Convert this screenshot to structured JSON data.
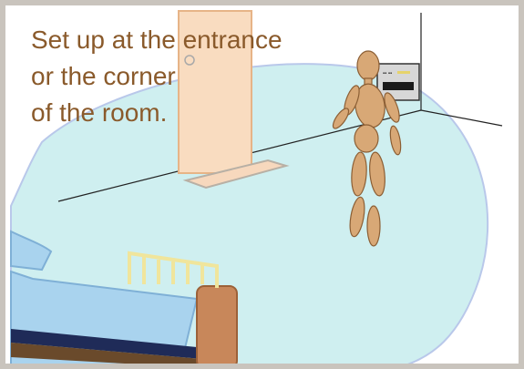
{
  "caption": {
    "line1": "Set up at the entrance",
    "line2": "or the corner",
    "line3": "of the room."
  },
  "colors": {
    "frame": "#c9c4bd",
    "floor_area": "#cfeff0",
    "door": "#f9dcc0",
    "mat": "#f7d8bd",
    "figure": "#d8a876",
    "bed_frame": "#c8875a",
    "mattress": "#a9d3ee",
    "rail": "#f0e59c",
    "caption": "#8a5a2b"
  },
  "icons": [
    "room-scene-illustration",
    "door",
    "floor-mat",
    "wall-sensor-device",
    "wooden-mannequin",
    "bed"
  ]
}
